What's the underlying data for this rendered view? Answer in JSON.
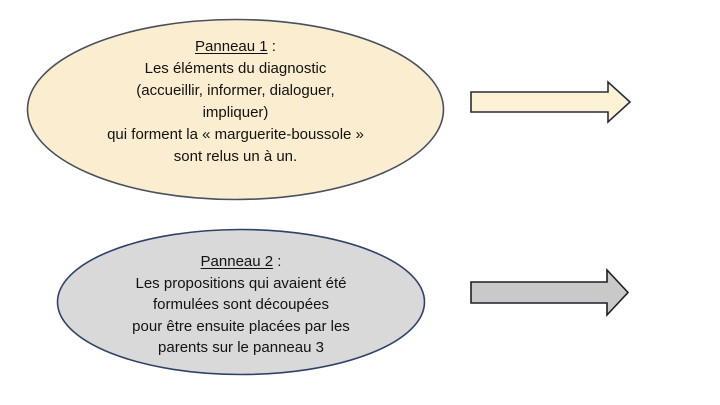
{
  "canvas": {
    "background": "#ffffff",
    "text_color": "#121212"
  },
  "nodes": [
    {
      "id": "panneau-1",
      "shape": "ellipse",
      "heading": "Panneau 1",
      "heading_suffix": " :",
      "lines": [
        "Les éléments du diagnostic",
        "(accueillir, informer, dialoguer,",
        "impliquer)",
        "qui forment la « marguerite-boussole »",
        "sont relus un à un."
      ],
      "fill": "#fbeed0",
      "border_color": "#49505e"
    },
    {
      "id": "panneau-2",
      "shape": "ellipse",
      "heading": "Panneau 2",
      "heading_suffix": " :",
      "lines": [
        "Les propositions qui avaient été",
        "formulées sont découpées",
        "pour être ensuite placées par les",
        "parents sur le panneau 3"
      ],
      "fill": "#d9d9da",
      "border_color": "#2f4369"
    }
  ],
  "arrows": [
    {
      "id": "arrow-1",
      "direction": "right",
      "fill": "#fdf1d6",
      "border_color": "#262c3a"
    },
    {
      "id": "arrow-2",
      "direction": "right",
      "fill": "#c9c9c9",
      "border_color": "#1c1f26"
    }
  ]
}
